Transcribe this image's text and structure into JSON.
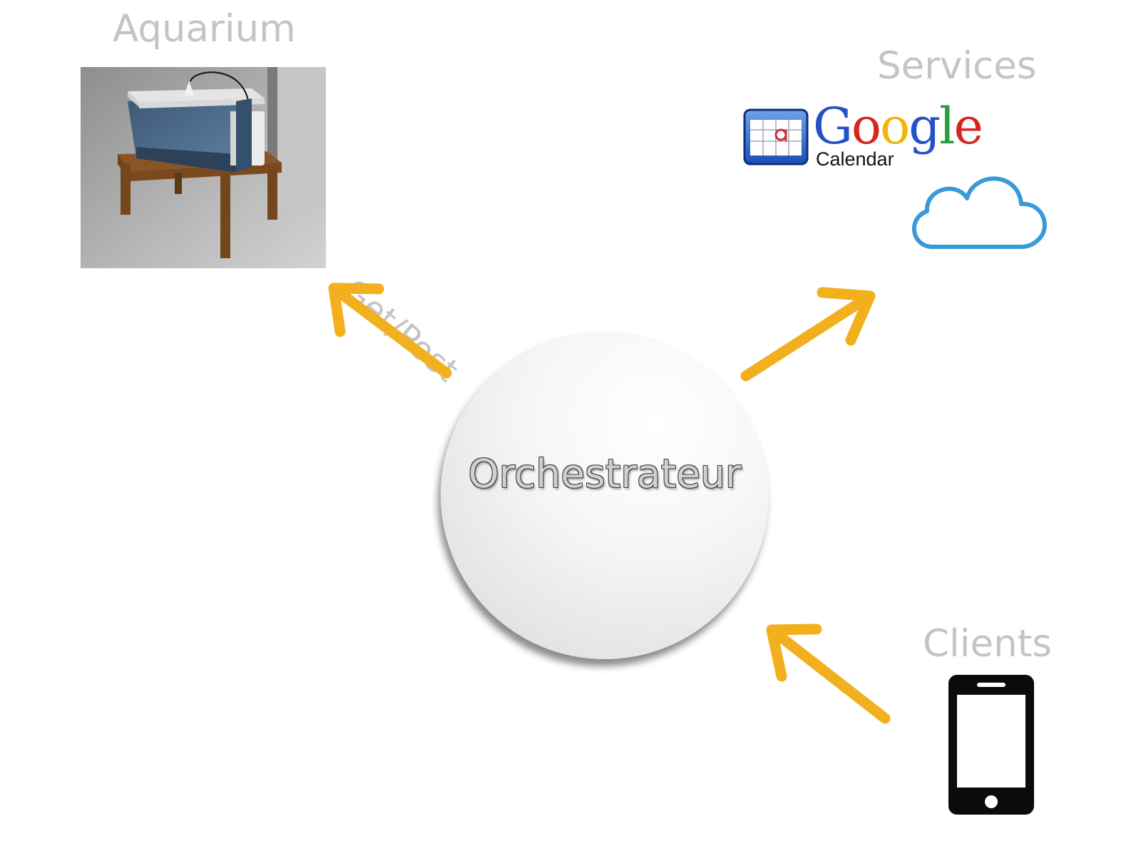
{
  "nodes": {
    "aquarium": {
      "title": "Aquarium"
    },
    "services": {
      "title": "Services",
      "calendar_word": "Calendar",
      "brand_word": "Google"
    },
    "clients": {
      "title": "Clients"
    },
    "hub": {
      "label": "Orchestrateur"
    }
  },
  "edges": {
    "to_aquarium": {
      "label": "Get/Post"
    }
  },
  "colors": {
    "arrow": "#f2b01e",
    "label_gray": "#c4c4c4",
    "cloud": "#3a9ad9"
  },
  "icons": [
    "aquarium-image",
    "google-calendar-icon",
    "cloud-icon",
    "smartphone-icon"
  ]
}
